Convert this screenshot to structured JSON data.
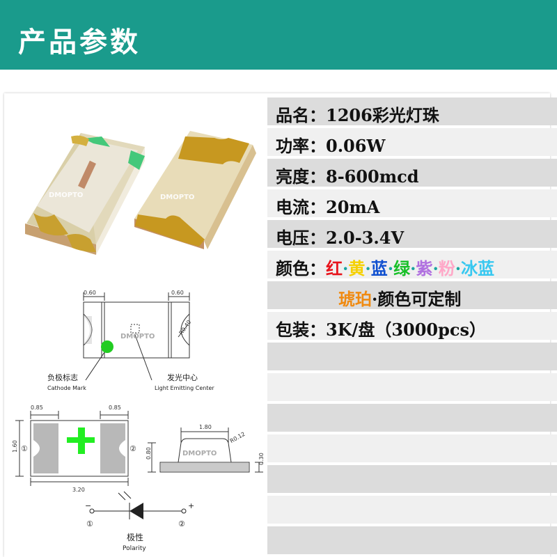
{
  "header": {
    "title": "产品参数"
  },
  "specs": {
    "name_label": "品名：",
    "name_value": "1206彩光灯珠",
    "power_label": "功率：",
    "power_value": "0.06W",
    "brightness_label": "亮度：",
    "brightness_value": "8-600mcd",
    "current_label": "电流：",
    "current_value": "20mA",
    "voltage_label": "电压：",
    "voltage_value": "2.0-3.4V",
    "color_label": "颜色：",
    "colors": [
      {
        "text": "红",
        "color": "#e8141c"
      },
      {
        "text": "·",
        "color": "#1aa5a0"
      },
      {
        "text": "黄",
        "color": "#f5d000"
      },
      {
        "text": "·",
        "color": "#1aa5a0"
      },
      {
        "text": "蓝",
        "color": "#1050d0"
      },
      {
        "text": "·",
        "color": "#1aa5a0"
      },
      {
        "text": "绿",
        "color": "#18c028"
      },
      {
        "text": "·",
        "color": "#1aa5a0"
      },
      {
        "text": "紫",
        "color": "#b070e0"
      },
      {
        "text": "·",
        "color": "#1aa5a0"
      },
      {
        "text": "粉",
        "color": "#ffa8c8"
      },
      {
        "text": "·",
        "color": "#1aa5a0"
      },
      {
        "text": "冰蓝",
        "color": "#38c8f0"
      }
    ],
    "amber": {
      "text": "琥珀",
      "color": "#f08a10"
    },
    "custom_text": "·颜色可定制",
    "package_label": "包装：",
    "package_value": "3K/盘（3000pcs）"
  },
  "watermark": "DMOPTO",
  "diagram": {
    "dim_060_a": "0.60",
    "dim_060_b": "0.60",
    "dim_r040": "R0.40",
    "cathode_cn": "负极标志",
    "cathode_en": "Cathode Mark",
    "center_cn": "发光中心",
    "center_en": "Light Emitting Center",
    "dim_085_a": "0.85",
    "dim_085_b": "0.85",
    "dim_160": "1.60",
    "dim_320": "3.20",
    "dim_180": "1.80",
    "dim_r012": "R0.12",
    "dim_080": "0.80",
    "dim_030": "0.30",
    "pad_1": "①",
    "pad_2": "②",
    "pol_1": "①",
    "pol_2": "②",
    "minus": "−",
    "plus": "+",
    "polarity_cn": "极性",
    "polarity_en": "Polarity",
    "accent_green": "#22cc22"
  }
}
